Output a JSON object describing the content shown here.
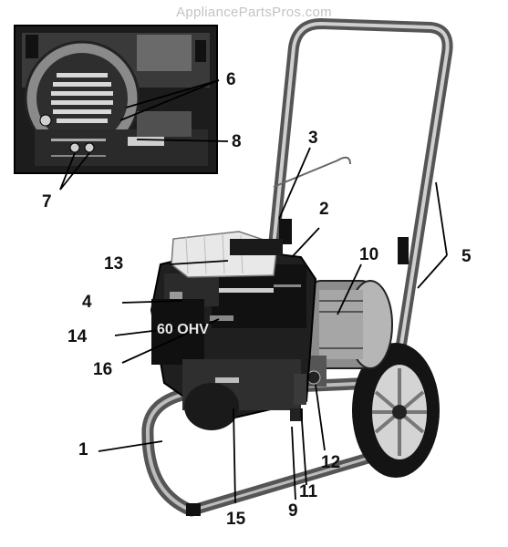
{
  "watermark": "AppliancePartsPros.com",
  "engine_model_mark": "60 OHV",
  "callouts": {
    "c1": "1",
    "c2": "2",
    "c3": "3",
    "c4": "4",
    "c5": "5",
    "c6": "6",
    "c7": "7",
    "c8": "8",
    "c9": "9",
    "c10": "10",
    "c11": "11",
    "c12": "12",
    "c13": "13",
    "c14": "14",
    "c15": "15",
    "c16": "16"
  }
}
